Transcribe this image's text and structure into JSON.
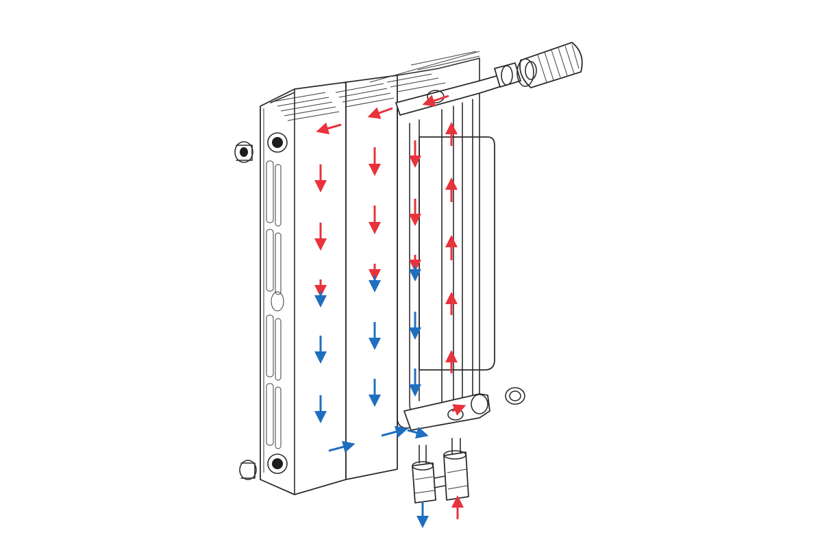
{
  "diagram": {
    "subject": "bimetal-radiator-flow-diagram",
    "colors": {
      "background": "#ffffff",
      "outline": "#2b2b2b",
      "hot_flow": "#e8323c",
      "cold_flow": "#1f6fc0"
    },
    "icons": [
      "thermostatic-head-icon",
      "air-vent-plug-icon",
      "blanking-plug-icon",
      "bottom-connection-valve-icon"
    ],
    "flow_arrows": [
      {
        "role": "inlet",
        "color": "hot",
        "direction": "up"
      },
      {
        "role": "outlet",
        "color": "cold",
        "direction": "down"
      },
      {
        "role": "riser-channel",
        "color": "hot",
        "direction": "up"
      },
      {
        "role": "top-collector",
        "color": "hot",
        "direction": "left"
      },
      {
        "role": "section-channel",
        "color": "hot",
        "direction": "down"
      },
      {
        "role": "section-channel",
        "color": "cold",
        "direction": "down"
      },
      {
        "role": "bottom-collector",
        "color": "cold",
        "direction": "right"
      }
    ]
  }
}
